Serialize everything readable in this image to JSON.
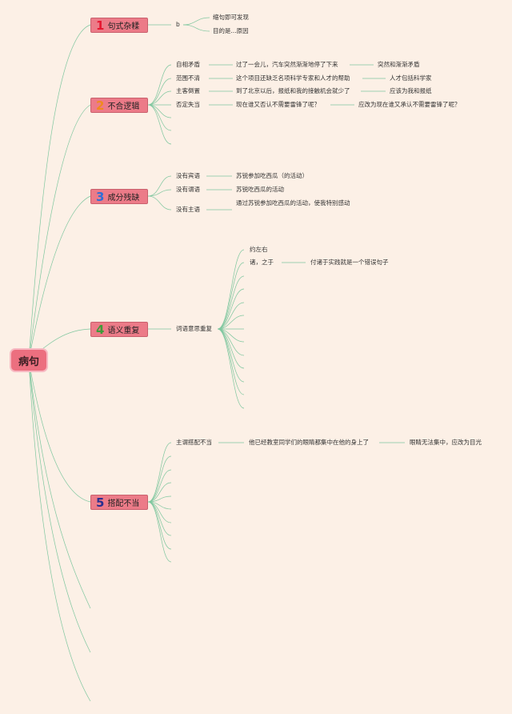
{
  "root": {
    "label": "病句"
  },
  "branches": [
    {
      "num": "1",
      "num_color": "#e5162f",
      "label": "句式杂糅",
      "sub": {
        "label": "b",
        "children": [
          "缩句即可发现",
          "目的是...原因"
        ]
      }
    },
    {
      "num": "2",
      "num_color": "#f08a1e",
      "label": "不合逻辑",
      "rows": [
        {
          "label": "自相矛盾",
          "example": "过了一会儿，汽车突然渐渐地停了下来",
          "note": "突然和渐渐矛盾"
        },
        {
          "label": "范围不清",
          "example": "这个项目还缺乏名项科学专家和人才的帮助",
          "note": "人才包括科学家"
        },
        {
          "label": "主客倒置",
          "example": "到了北京以后，报纸和我的接触机会就少了",
          "note": "应该为我和报纸"
        },
        {
          "label": "否定失当",
          "example": "现在谁又否认不需要雷锋了呢？",
          "note": "应改为现在谁又承认不需要雷锋了呢？"
        }
      ]
    },
    {
      "num": "3",
      "num_color": "#2f6fd6",
      "label": "成分残缺",
      "rows": [
        {
          "label": "没有宾语",
          "example": "苏锐参加吃西瓜（的活动）"
        },
        {
          "label": "没有谓语",
          "example": "苏锐吃西瓜的活动"
        },
        {
          "label": "没有主语",
          "example": "通过苏锐参加吃西瓜的活动，使我特别感动"
        }
      ]
    },
    {
      "num": "4",
      "num_color": "#3f9a3a",
      "label": "语义重复",
      "sub": {
        "label": "词语意思重复",
        "children": [
          {
            "label": "约左右"
          },
          {
            "label": "诸，之于",
            "note": "付诸于实践就是一个错误句子"
          }
        ]
      }
    },
    {
      "num": "5",
      "num_color": "#2a2f8f",
      "label": "搭配不当",
      "rows": [
        {
          "label": "主谓搭配不当",
          "example": "他已经教室同学们的眼睛都集中在他的身上了",
          "note": "眼睛无法集中，应改为目光"
        }
      ]
    }
  ]
}
